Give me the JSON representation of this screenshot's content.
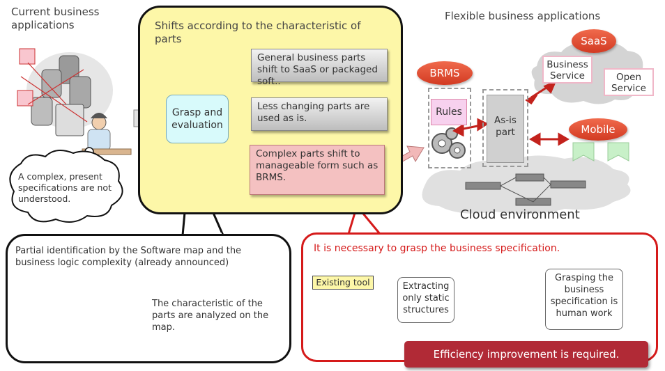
{
  "left": {
    "title": "Current business applications",
    "bubble": "A complex, present specifications are not understood."
  },
  "center": {
    "title": "Shifts according to the characteristic of parts",
    "grasp": "Grasp and evaluation",
    "box1": "General business parts shift to SaaS or packaged soft..",
    "box2": "Less changing parts are used as is.",
    "box3": "Complex parts shift to manageable form such as BRMS."
  },
  "right": {
    "title": "Flexible business applications",
    "saas": "SaaS",
    "business_service": "Business Service",
    "open_service": "Open Service",
    "brms": "BRMS",
    "rules": "Rules",
    "asis": "As-is part",
    "mobile": "Mobile",
    "cloud": "Cloud environment"
  },
  "bottom_left": {
    "title": "Partial identification by  the Software map and the business logic complexity (already announced)",
    "desc": "The characteristic of the parts are analyzed on the map."
  },
  "bottom_right": {
    "title": "It is necessary to grasp the business specification.",
    "existing_tool": "Existing tool",
    "extracting": "Extracting only static structures",
    "grasping": "Grasping the business specification is human work",
    "banner": "Efficiency improvement is required."
  },
  "colors": {
    "yellow_panel": "#fdf7a8",
    "red_border": "#d51a1a",
    "banner": "#b12a36",
    "pink_box": "#f4c1c1",
    "cyan_box": "#d8fafb",
    "red_ellipse": "#e04a30"
  }
}
